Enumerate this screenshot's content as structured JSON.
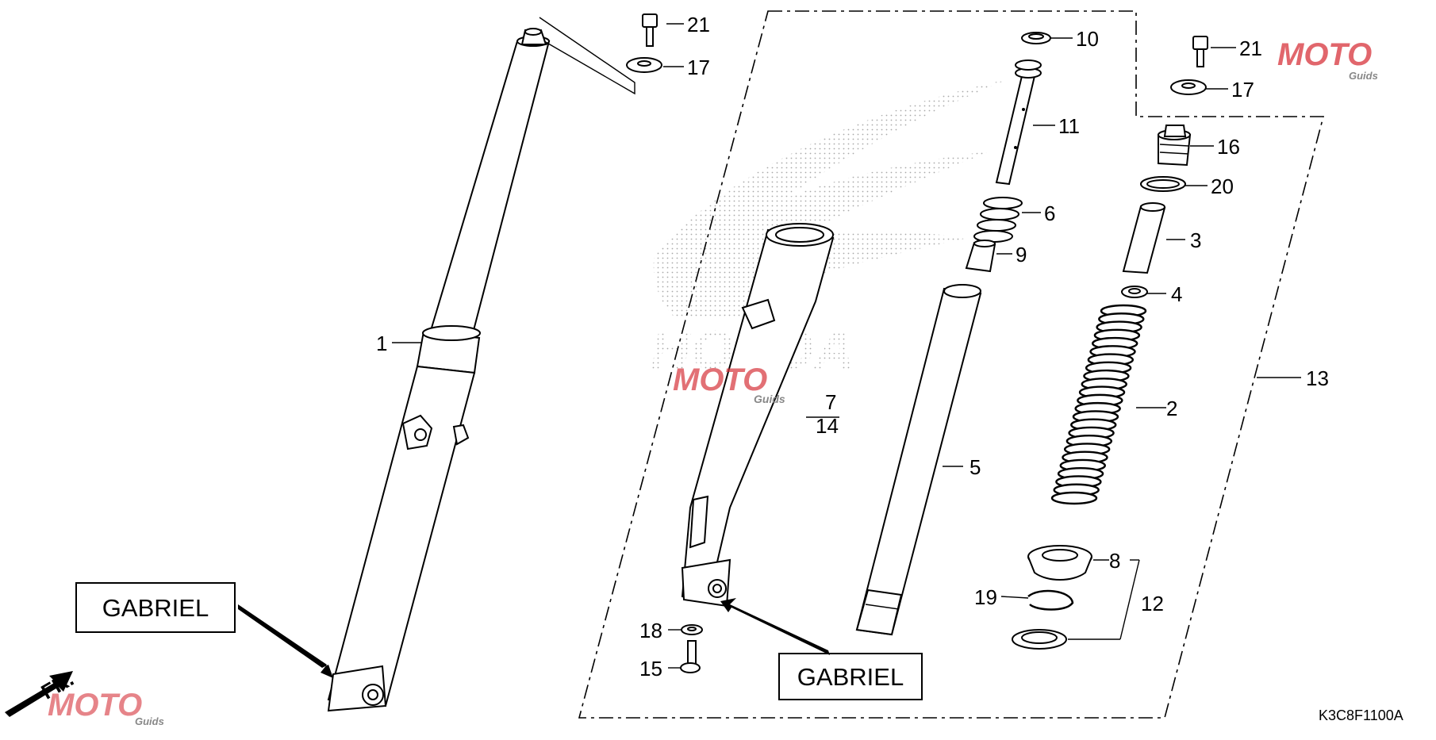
{
  "diagram": {
    "code": "K3C8F1100A",
    "direction_label": "FR.",
    "brand_watermark": "HONDA",
    "labels": {
      "left_box": "GABRIEL",
      "center_box": "GABRIEL"
    },
    "watermark": {
      "word": "MOTO",
      "sub": "Guids",
      "color_red": "#d7343c",
      "color_blue": "#3a3fa8"
    },
    "callouts": {
      "c1": "1",
      "c2": "2",
      "c3": "3",
      "c4": "4",
      "c5": "5",
      "c6": "6",
      "c7": "7",
      "c8": "8",
      "c9": "9",
      "c10": "10",
      "c11": "11",
      "c12": "12",
      "c13": "13",
      "c14": "14",
      "c15": "15",
      "c16": "16",
      "c17a": "17",
      "c17b": "17",
      "c18": "18",
      "c19": "19",
      "c20": "20",
      "c21a": "21",
      "c21b": "21"
    }
  }
}
